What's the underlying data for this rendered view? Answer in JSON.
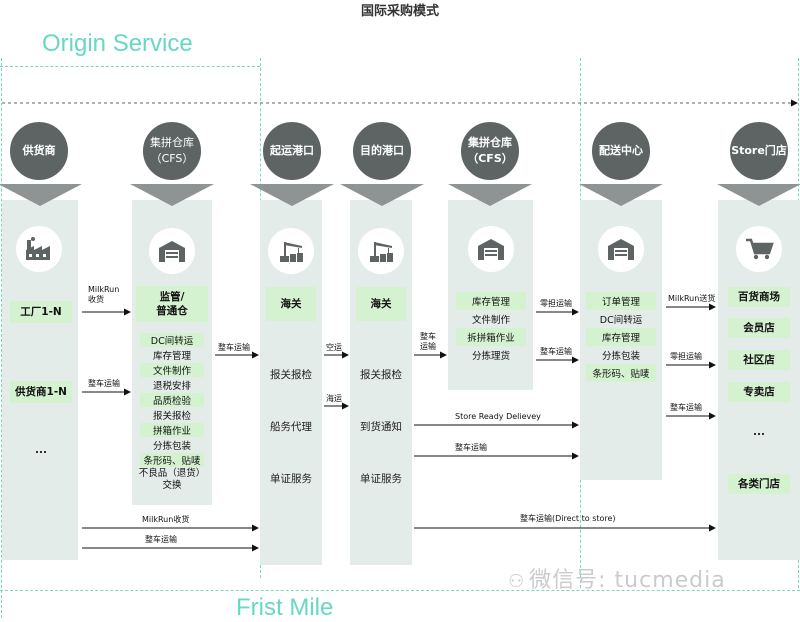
{
  "title": "国际采购模式",
  "labels": {
    "origin_service": "Origin Service",
    "first_mile": "Frist Mile"
  },
  "columns": {
    "supplier": {
      "header": "供货商",
      "items": [
        "工厂1-N",
        "供货商1-N",
        "..."
      ]
    },
    "origin_cfs": {
      "header": "集拼仓库\n（CFS）",
      "top_box": "监管/\n普通仓",
      "items": [
        "DC间转运",
        "库存管理",
        "文件制作",
        "退税安排",
        "品质检验",
        "报关报检",
        "拼箱作业",
        "分拣包装",
        "条形码、贴唛",
        "不良品（退货）\n交换"
      ]
    },
    "origin_port": {
      "header": "起运港口",
      "top_box": "海关",
      "items": [
        "报关报检",
        "船务代理",
        "单证服务"
      ]
    },
    "dest_port": {
      "header": "目的港口",
      "top_box": "海关",
      "items": [
        "报关报检",
        "到货通知",
        "单证服务"
      ]
    },
    "dest_cfs": {
      "header": "集拼仓库\n（CFS）",
      "items": [
        "库存管理",
        "文件制作",
        "拆拼箱作业",
        "分拣理货"
      ]
    },
    "dc": {
      "header": "配送中心",
      "items": [
        "订单管理",
        "DC间转运",
        "库存管理",
        "分拣包装",
        "条形码、贴唛"
      ]
    },
    "store": {
      "header": "Store门店",
      "items": [
        "百货商场",
        "会员店",
        "社区店",
        "专卖店",
        "...",
        "各类门店"
      ]
    }
  },
  "arrow_labels": {
    "milkrun_pickup": "MilkRun\n收货",
    "truckload_1": "整车运输",
    "truckload_2": "整车运输",
    "air": "空运",
    "sea": "海运",
    "truckload_3": "整车\n运输",
    "ltl_1": "零担运输",
    "truckload_4": "整车运输",
    "milkrun_delivery": "MilkRun送货",
    "ltl_2": "零担运输",
    "truckload_5": "整车运输",
    "store_ready": "Store Ready Delievey",
    "truckload_6": "整车运输",
    "milkrun_receive": "MilkRun收货",
    "truckload_7": "整车运输",
    "direct_store": "整车运输(Direct to store)"
  },
  "watermark": "微信号: tucmedia",
  "colors": {
    "header_circle": "#5e6464",
    "column_bg": "#e4ecea",
    "highlight": "#d5f2d0",
    "accent_text": "#67d8c4"
  }
}
